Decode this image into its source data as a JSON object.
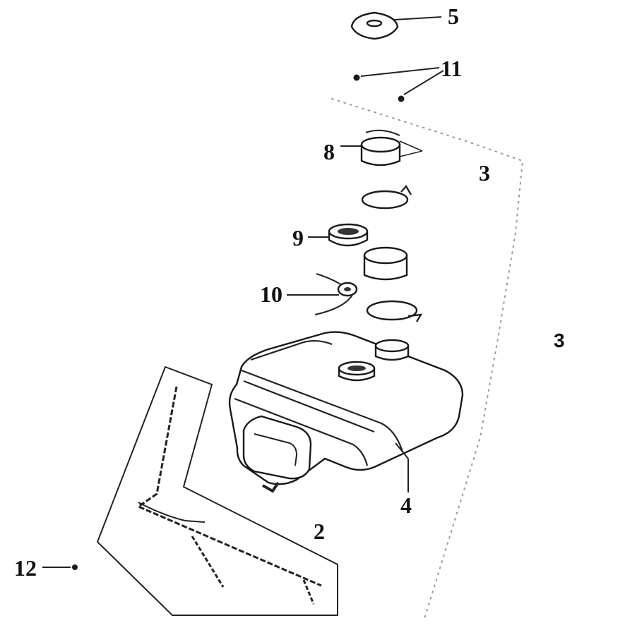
{
  "diagram": {
    "callouts": {
      "c5": "5",
      "c11": "11",
      "c8": "8",
      "c3a": "3",
      "c9": "9",
      "c10": "10",
      "c3b": "3",
      "c4": "4",
      "c2": "2",
      "c12": "12"
    },
    "colors": {
      "ink": "#1a1a1a",
      "bracket": "#444444",
      "dotted_guide": "#9a9a9a"
    }
  }
}
